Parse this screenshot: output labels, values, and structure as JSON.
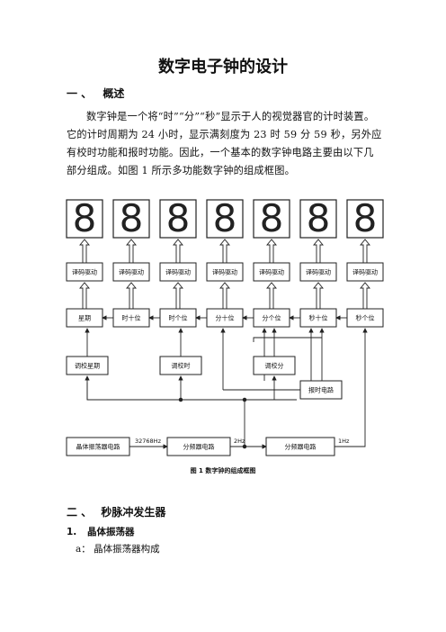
{
  "doc": {
    "title": "数字电子钟的设计",
    "section1": {
      "num": "一 、",
      "title": "概述"
    },
    "paragraph": "数字钟是一个将“时”“分”“秒”显示于人的视觉器官的计时装置。它的计时周期为 24 小时，显示满刻度为 23 时 59 分 59 秒，另外应有校时功能和报时功能。因此，一个基本的数字钟电路主要由以下几部分组成。如图 1 所示多功能数字钟的组成框图。",
    "caption": "图 1  数字钟的组成框图",
    "section2": {
      "num": "二 、",
      "title": "秒脉冲发生器"
    },
    "sub1": {
      "num": "1.",
      "title": "晶体振荡器"
    },
    "sub1a": {
      "num": "a：",
      "title": "晶体振荡器构成"
    }
  },
  "diagram": {
    "digit_glyph": "8",
    "decoders": [
      "译码驱动",
      "译码驱动",
      "译码驱动",
      "译码驱动",
      "译码驱动",
      "译码驱动",
      "译码驱动"
    ],
    "counters": [
      "星期",
      "时十位",
      "时个位",
      "分十位",
      "分个位",
      "秒十位",
      "秒个位"
    ],
    "adjusters": [
      "调校星期",
      "调校时",
      "调校分"
    ],
    "alarm": "报时电路",
    "oscillator": "晶体振荡器电路",
    "divider1": "分频器电路",
    "divider2": "分频器电路",
    "freq1": "32768Hz",
    "freq2": "2Hz",
    "freq3": "1Hz"
  }
}
